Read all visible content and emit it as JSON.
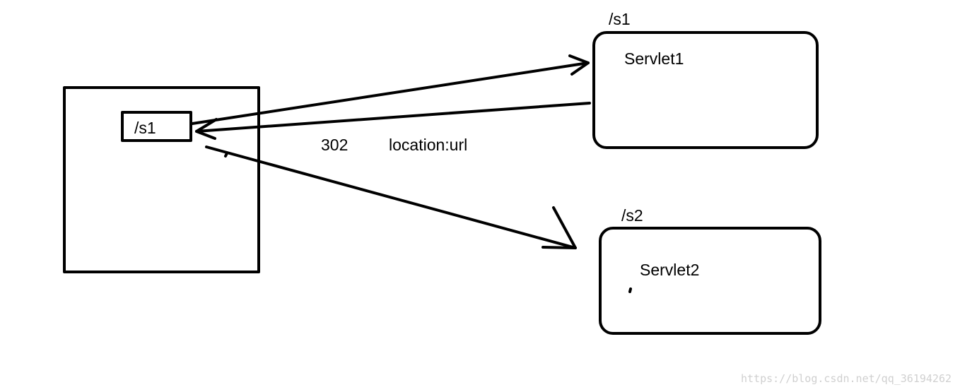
{
  "browser": {
    "request_box_label": "/s1"
  },
  "servlet1": {
    "path_label": "/s1",
    "name": "Servlet1"
  },
  "servlet2": {
    "path_label": "/s2",
    "name": "Servlet2"
  },
  "redirect": {
    "status_code": "302",
    "header": "location:url"
  },
  "watermark": "https://blog.csdn.net/qq_36194262",
  "colors": {
    "stroke": "#000000",
    "watermark": "#d0d0d0"
  }
}
